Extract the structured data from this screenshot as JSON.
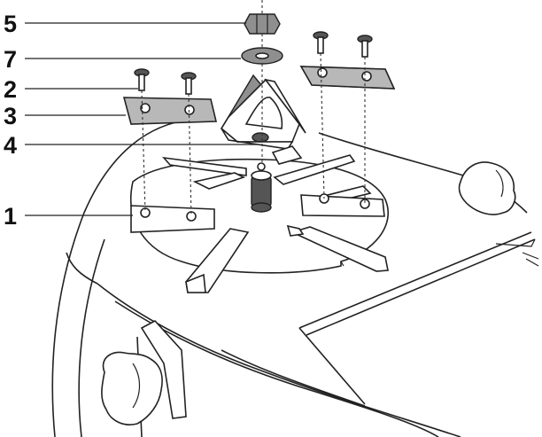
{
  "labels": [
    {
      "id": "5",
      "text": "5"
    },
    {
      "id": "7",
      "text": "7"
    },
    {
      "id": "2",
      "text": "2"
    },
    {
      "id": "3",
      "text": "3"
    },
    {
      "id": "4",
      "text": "4"
    },
    {
      "id": "1",
      "text": "1"
    }
  ],
  "colors": {
    "line": "#222222",
    "blade": "#8f8f8f",
    "background": "#ffffff"
  }
}
